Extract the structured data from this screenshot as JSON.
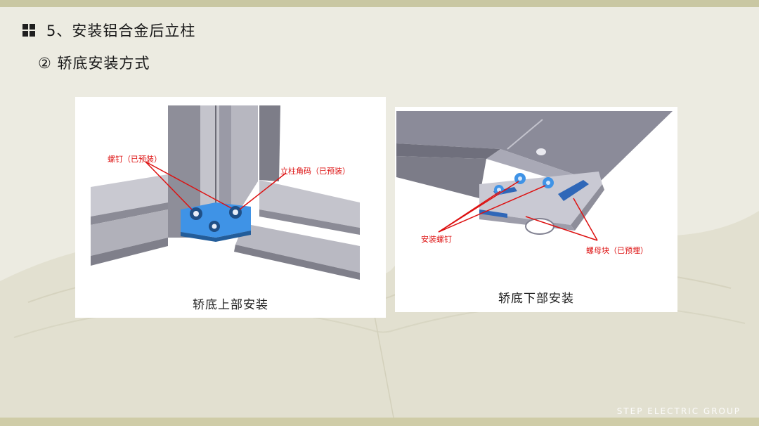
{
  "slide": {
    "title": "5、安装铝合金后立柱",
    "subtitle": "② 轿底安装方式",
    "watermark": "STEP ELECTRIC GROUP"
  },
  "figure_left": {
    "caption": "轿底上部安装",
    "label_screw": "螺钉（已预装）",
    "label_bracket": "立柱角码（已预装）"
  },
  "figure_right": {
    "caption": "轿底下部安装",
    "label_screw": "安装螺钉",
    "label_nut": "螺母块（已预埋）"
  },
  "colors": {
    "annotation": "#dd1111",
    "part_blue": "#3a8fe0",
    "steel": "#7a7a8c"
  }
}
